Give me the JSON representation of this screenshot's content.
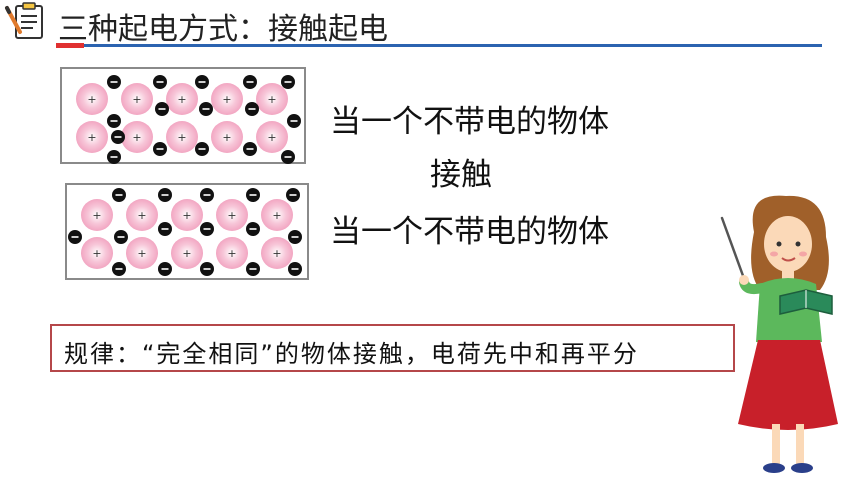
{
  "header": {
    "title": "三种起电方式：接触起电",
    "icon": "clipboard-pen-icon"
  },
  "diagram": {
    "before_label": "当一个不带电的物体",
    "action_label": "接触",
    "after_label": "当一个不带电的物体",
    "positive_symbol": "+",
    "negative_symbol": "−",
    "positive_charge_count": 10,
    "negative_charge_count": 16
  },
  "rule": {
    "text": "规律：“完全相同”的物体接触，电荷先中和再平分"
  },
  "colors": {
    "title_line": "#2b63b0",
    "title_accent": "#e03030",
    "rule_border": "#b5474a",
    "proton_fill": "#f2a6c2",
    "electron_fill": "#111111"
  },
  "illustration": {
    "teacher": "teacher-with-pointer-and-book"
  }
}
